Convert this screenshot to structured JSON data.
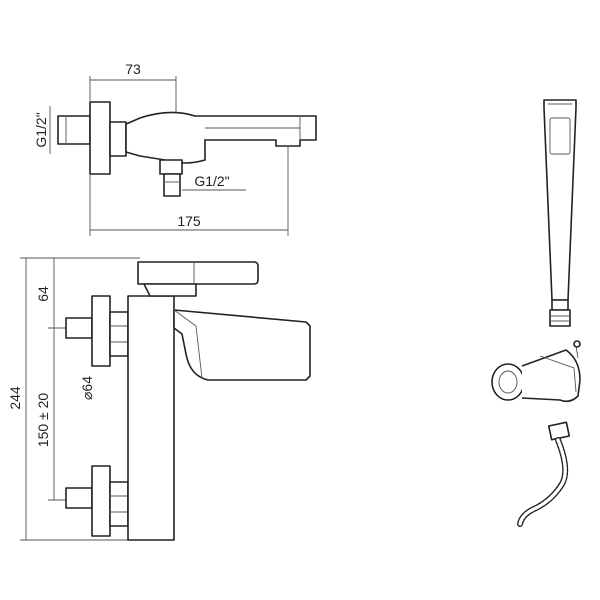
{
  "colors": {
    "line": "#222222",
    "background": "#ffffff"
  },
  "top_view": {
    "dim_width_label": "73",
    "dim_length_label": "175",
    "inlet_label_side": "G1/2\"",
    "inlet_label_bottom": "G1/2\""
  },
  "front_view": {
    "dim_total_height_label": "244",
    "dim_top_label": "64",
    "dim_center_label": "150 ± 20",
    "dim_diameter_label": "⌀64"
  },
  "accessories": {
    "items": [
      "hand-shower",
      "wall-bracket",
      "hose"
    ]
  }
}
